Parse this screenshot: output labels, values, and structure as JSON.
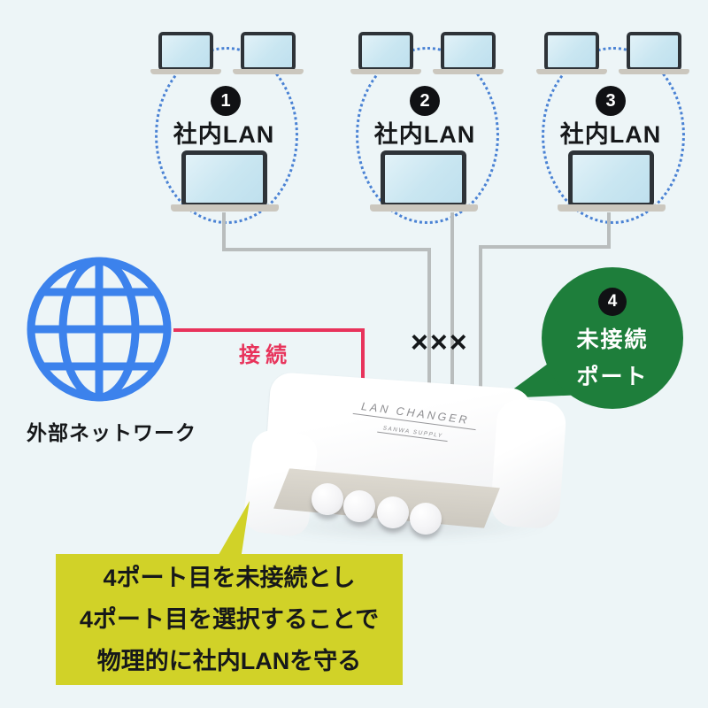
{
  "colors": {
    "background": "#edf5f7",
    "accent_blue": "#3c82ec",
    "dotted_blue": "#4a82d4",
    "connection_red": "#e8335b",
    "bubble_green": "#1e7e3b",
    "callout_yellow": "#d1d228",
    "cable_gray": "#b9bdbd",
    "badge_black": "#101114"
  },
  "groups": [
    {
      "badge": "1",
      "label": "社内LAN"
    },
    {
      "badge": "2",
      "label": "社内LAN"
    },
    {
      "badge": "3",
      "label": "社内LAN"
    }
  ],
  "external_network": {
    "label": "外部ネットワーク",
    "icon": "globe-icon"
  },
  "connection": {
    "label": "接続"
  },
  "blocked_marks": "×××",
  "unconnected_port": {
    "badge": "4",
    "label_line1": "未接続",
    "label_line2": "ポート"
  },
  "device": {
    "brand": "LAN CHANGER",
    "maker": "SANWA SUPPLY",
    "button_count": 4
  },
  "callout": {
    "lines": [
      "4ポート目を未接続とし",
      "4ポート目を選択することで",
      "物理的に社内LANを守る"
    ]
  }
}
